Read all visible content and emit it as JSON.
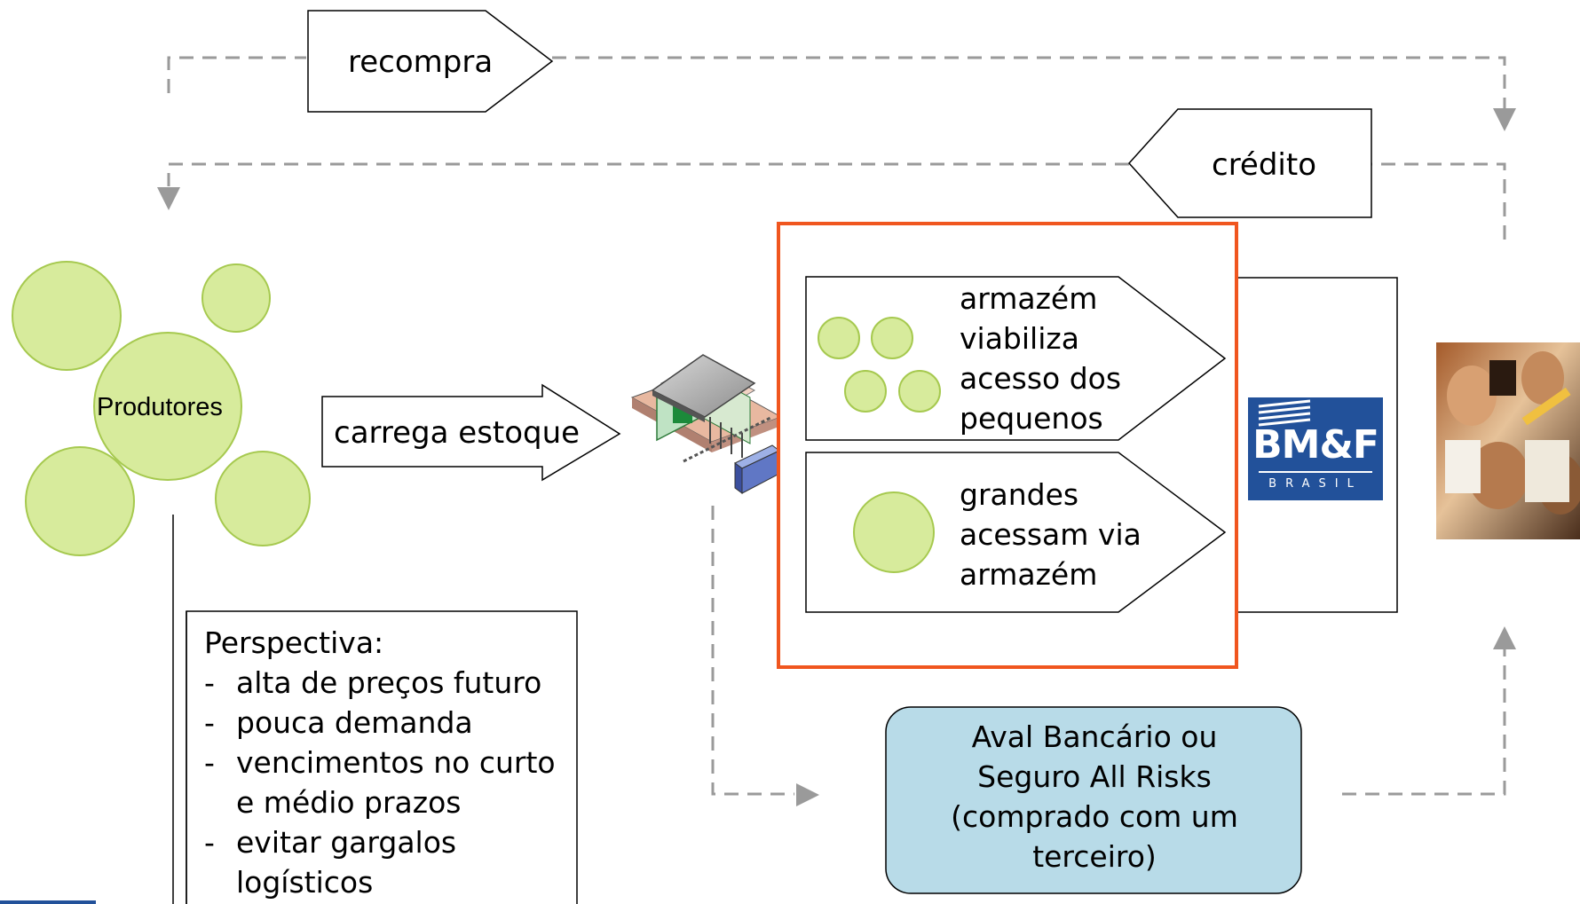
{
  "flows": {
    "recompra": "recompra",
    "credito": "crédito",
    "carrega_estoque": "carrega estoque"
  },
  "producers": {
    "label": "Produtores"
  },
  "warehouse_box": {
    "small_access": [
      "armazém",
      "viabiliza",
      "acesso dos",
      "pequenos"
    ],
    "large_access": [
      "grandes",
      "acessam via",
      "armazém"
    ]
  },
  "exchange_logo": {
    "name": "BM&F",
    "subtitle": "BRASIL"
  },
  "guarantee": {
    "lines": [
      "Aval Bancário ou",
      "Seguro All Risks",
      "(comprado com um",
      "terceiro)"
    ]
  },
  "perspective": {
    "title": "Perspectiva:",
    "items": [
      [
        "alta de preços futuro"
      ],
      [
        "pouca demanda"
      ],
      [
        "vencimentos no curto",
        "e médio prazos"
      ],
      [
        "evitar gargalos",
        "logísticos"
      ]
    ]
  },
  "colors": {
    "bubble_fill": "#d7eb9c",
    "bubble_stroke": "#a6c94f",
    "highlight_border": "#f0561f",
    "guarantee_fill": "#b8dbe8",
    "dashed_line": "#9a9a9a",
    "logo_blue": "#22519a"
  }
}
